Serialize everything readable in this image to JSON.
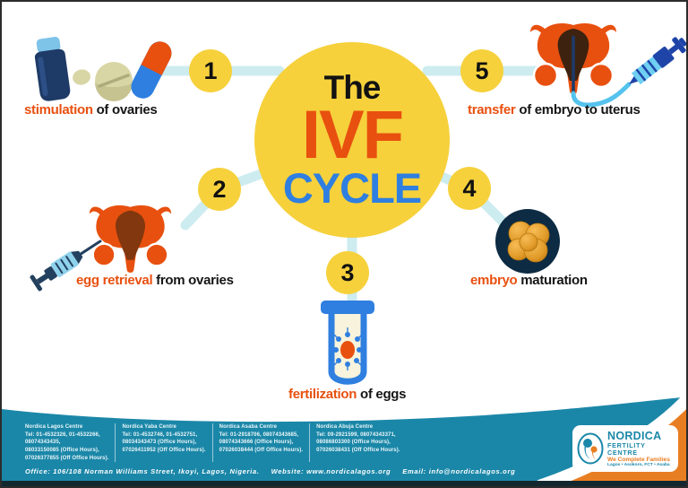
{
  "title": {
    "the": "The",
    "ivf": "IVF",
    "cycle": "CYCLE"
  },
  "steps": [
    {
      "number": "1",
      "highlight": "stimulation",
      "rest": " of ovaries",
      "icon": "medication-vial-pills-capsule"
    },
    {
      "number": "2",
      "highlight": "egg retrieval",
      "rest": " from ovaries",
      "icon": "uterus-with-syringe"
    },
    {
      "number": "3",
      "highlight": "fertilization",
      "rest": " of eggs",
      "icon": "test-tube-egg-sperm"
    },
    {
      "number": "4",
      "highlight": "embryo",
      "rest": " maturation",
      "icon": "embryo-cell-cluster"
    },
    {
      "number": "5",
      "highlight": "transfer",
      "rest": " of embryo to uterus",
      "icon": "uterus-with-catheter-syringe"
    }
  ],
  "footer": {
    "centres": [
      {
        "name": "Nordica Lagos Centre",
        "lines": [
          "Tel: 01-4532326, 01-4532266,",
          "08074343435,",
          "08033150085 (Office Hours),",
          "07026377855 (Off Office Hours)."
        ]
      },
      {
        "name": "Nordica Yaba Centre",
        "lines": [
          "Tel: 01-4532746, 01-4532751,",
          "08034343473 (Office Hours),",
          "07026411952 (Off Office Hours)."
        ]
      },
      {
        "name": "Nordica Asaba Centre",
        "lines": [
          "Tel: 01-2918706, 08074343685,",
          "08074343666 (Office Hours),",
          "07026038444 (Off Office Hours)."
        ]
      },
      {
        "name": "Nordica Abuja Centre",
        "lines": [
          "Tel: 09-2921599, 08074343371,",
          "08086803300 (Office Hours),",
          "07026038431 (Off Office Hours)."
        ]
      }
    ],
    "office": "Office: 106/108 Norman Williams Street, Ikoyi, Lagos, Nigeria.",
    "website": "Website: www.nordicalagos.org",
    "email": "Email: info@nordicalagos.org",
    "logo": {
      "name": "NORDICA",
      "subtitle": "FERTILITY CENTRE",
      "tagline": "We Complete Families",
      "locations": "Lagos • Asokoro, FCT • Asaba"
    }
  },
  "colors": {
    "yellow": "#F6D13C",
    "orange": "#E8500F",
    "blue": "#2F7FE0",
    "pale_connector": "#CDECF0",
    "footer_teal": "#1B87A8",
    "swoosh_orange": "#E87E22",
    "navy": "#1E3A66"
  }
}
